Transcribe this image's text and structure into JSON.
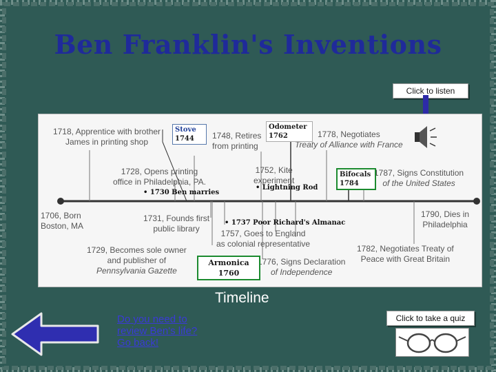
{
  "title": "Ben Franklin's Inventions",
  "listen_button": "Click to listen",
  "timeline_label": "Timeline",
  "back_link": "Do you need to review Ben's life?Go back!",
  "quiz_button": "Click to take a quiz",
  "events": {
    "e1718": "1718, Apprentice with brother James in printing shop",
    "e1748a": "1748, Retires",
    "e1748b": "from printing",
    "e1778a": "1778, Negotiates",
    "e1778b": "Treaty of Alliance with France",
    "e1728a": "1728, Opens printing",
    "e1728b": "office in Philadelphia, PA.",
    "e1752a": "1752, Kite",
    "e1752b": "experiment",
    "e1787a": "1787, Signs Constitution",
    "e1787b": "of the United States",
    "e1706a": "1706, Born",
    "e1706b": "Boston, MA",
    "e1731a": "1731, Founds first",
    "e1731b": "public library",
    "e1757a": "1757, Goes to England",
    "e1757b": "as colonial representative",
    "e1790a": "1790, Dies in",
    "e1790b": "Philadelphia",
    "e1729a": "1729, Becomes sole owner",
    "e1729b": "and publisher of",
    "e1729c": "Pennsylvania Gazette",
    "e1776a": "1776, Signs Declaration",
    "e1776b": "of Independence",
    "e1782a": "1782, Negotiates Treaty of",
    "e1782b": "Peace with Great Britain"
  },
  "inventions": {
    "stove_name": "Stove",
    "stove_year": "1744",
    "odometer_name": "Odometer",
    "odometer_year": "1762",
    "bifocals_name": "Bifocals",
    "bifocals_year": "1784",
    "armonica_name": "Armonica",
    "armonica_year": "1760"
  },
  "bullets": {
    "marries": "• 1730 Ben marries",
    "lightning": "• Lightning Rod",
    "almanac": "• 1737 Poor Richard's Almanac"
  }
}
